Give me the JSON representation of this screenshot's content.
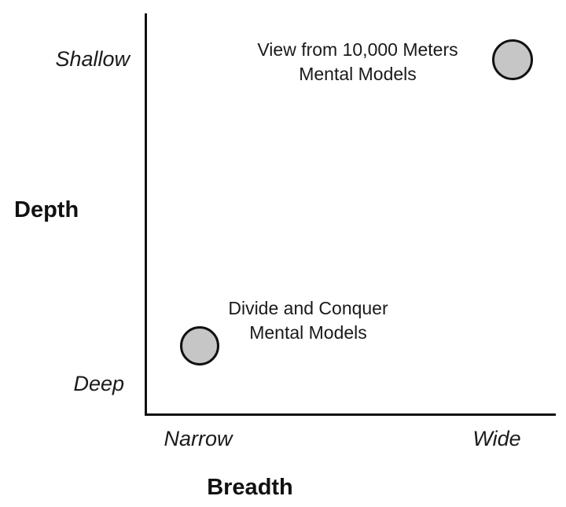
{
  "chart_data": {
    "type": "scatter",
    "title": "",
    "xlabel": "Breadth",
    "ylabel": "Depth",
    "x_tick_labels": [
      "Narrow",
      "Wide"
    ],
    "y_tick_labels": [
      "Deep",
      "Shallow"
    ],
    "x_axis_direction": "Narrow (left) to Wide (right)",
    "y_axis_direction": "Deep (bottom) to Shallow (top)",
    "grid": false,
    "legend": false,
    "points": [
      {
        "label": "View from 10,000 Meters Mental Models",
        "x": "Wide",
        "y": "Shallow",
        "marker": "circle"
      },
      {
        "label": "Divide and Conquer Mental Models",
        "x": "Narrow",
        "y": "Deep",
        "marker": "circle"
      }
    ]
  },
  "axes": {
    "y_title": "Depth",
    "x_title": "Breadth",
    "y_top_label": "Shallow",
    "y_bottom_label": "Deep",
    "x_left_label": "Narrow",
    "x_right_label": "Wide"
  },
  "annotations": {
    "top_right": {
      "line1": "View from 10,000 Meters",
      "line2": "Mental Models"
    },
    "bottom_left": {
      "line1": "Divide and Conquer",
      "line2": "Mental Models"
    }
  },
  "colors": {
    "background": "#ffffff",
    "axis": "#111111",
    "text": "#1a1a1a",
    "marker_fill": "#c6c6c6",
    "marker_stroke": "#111111"
  }
}
